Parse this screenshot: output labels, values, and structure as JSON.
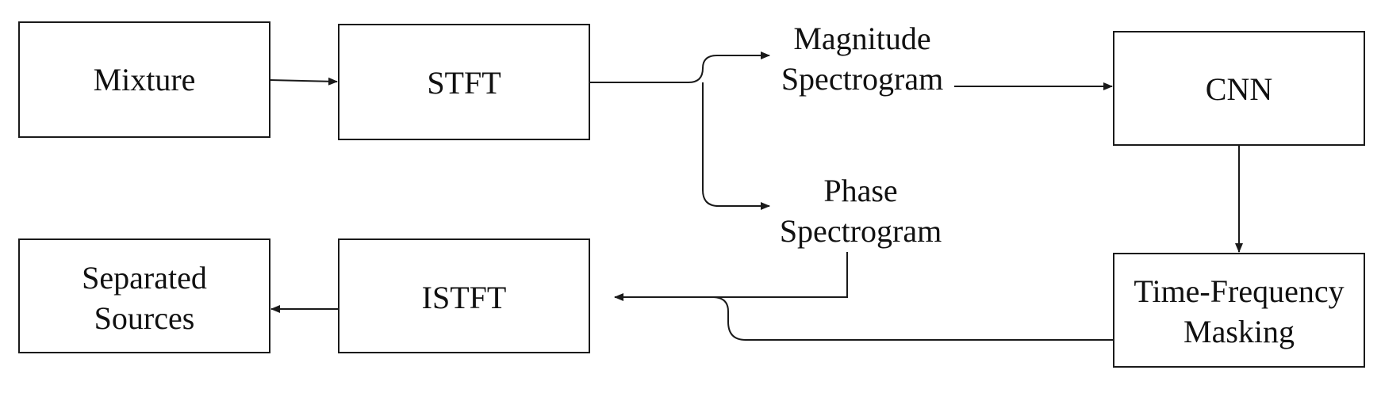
{
  "diagram": {
    "mixture": {
      "label": "Mixture"
    },
    "stft": {
      "label": "STFT"
    },
    "magnitude": {
      "line1": "Magnitude",
      "line2": "Spectrogram"
    },
    "phase": {
      "line1": "Phase",
      "line2": "Spectrogram"
    },
    "cnn": {
      "label": "CNN"
    },
    "tf_masking": {
      "line1": "Time-Frequency",
      "line2": "Masking"
    },
    "istft": {
      "label": "ISTFT"
    },
    "separated": {
      "line1": "Separated",
      "line2": "Sources"
    }
  }
}
